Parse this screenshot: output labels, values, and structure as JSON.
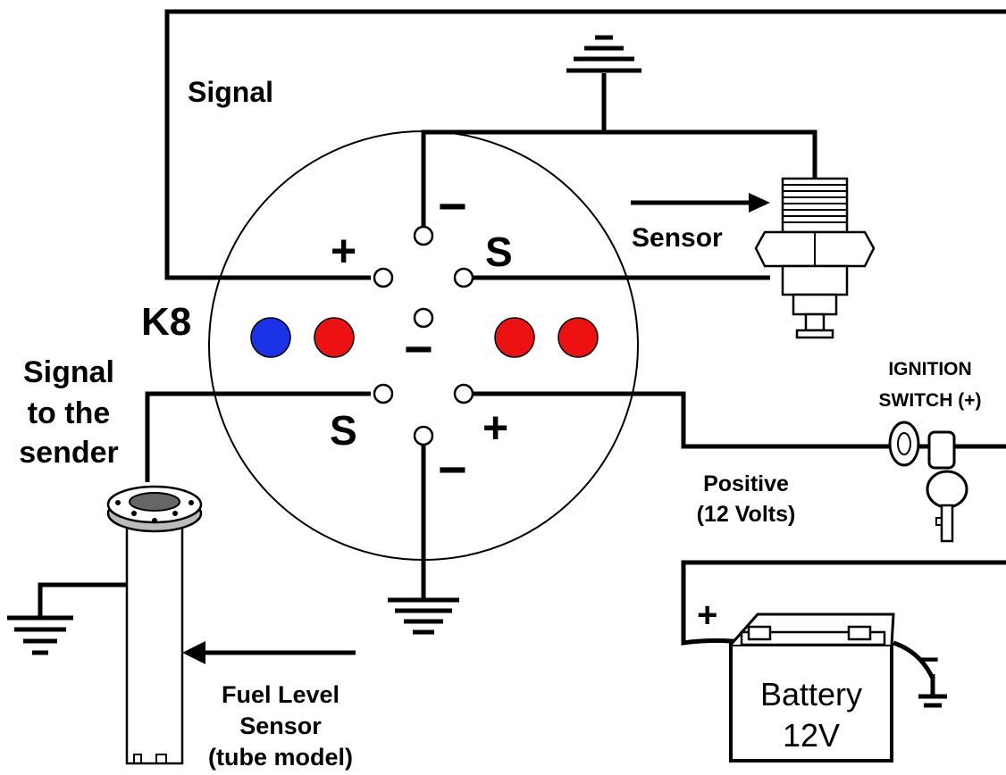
{
  "labels": {
    "signal_top": "Signal",
    "sensor": "Sensor",
    "connector": "K8",
    "signal_sender_line1": "Signal",
    "signal_sender_line2": "to the",
    "signal_sender_line3": "sender",
    "ignition_line1": "IGNITION",
    "ignition_line2": "SWITCH (+)",
    "positive_line1": "Positive",
    "positive_line2": "(12 Volts)",
    "fuel_line1": "Fuel Level",
    "fuel_line2": "Sensor",
    "fuel_line3": "(tube model)",
    "battery_line1": "Battery",
    "battery_line2": "12V"
  },
  "pin_symbols": {
    "top_minus": "−",
    "top_plus": "+",
    "top_s": "S",
    "center_minus": "−",
    "bottom_s": "S",
    "bottom_plus": "+",
    "bottom_minus": "−",
    "battery_plus": "+",
    "battery_minus": "−"
  },
  "indicator_colors": {
    "blue": "#1a33e6",
    "red": "#ee1111"
  }
}
